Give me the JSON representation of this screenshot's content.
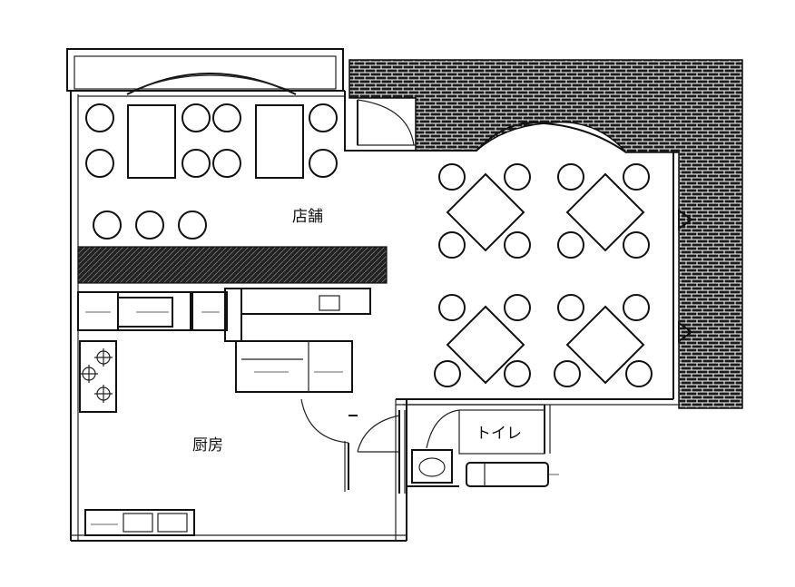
{
  "rooms": {
    "shop": "店舗",
    "kitchen": "厨房",
    "toilet": "トイレ"
  },
  "colors": {
    "line": "#111111",
    "brick": "#1a1a1a",
    "background": "#ffffff"
  }
}
